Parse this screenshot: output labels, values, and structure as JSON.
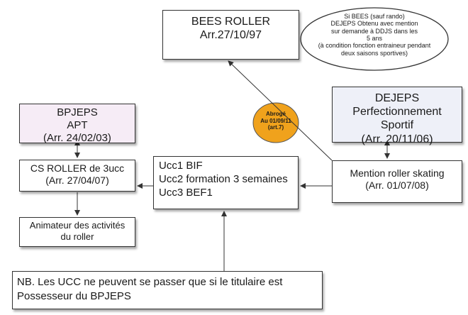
{
  "bees": {
    "title": "BEES ROLLER",
    "date": "Arr.27/10/97"
  },
  "note": {
    "lines": [
      "Si BEES (sauf rando)",
      "DEJEPS Obtenu avec mention",
      "sur demande à DDJS dans les",
      "5 ans",
      "(à condition fonction entraineur pendant",
      "deux saisons sportives)"
    ]
  },
  "dejeps": {
    "title": "DEJEPS",
    "line2": "Perfectionnement",
    "line3": "Sportif",
    "date": "(Arr. 20/11/06)"
  },
  "badge": {
    "line1": "Abrogé",
    "line2": "Au 01/09/11",
    "line3": "(art.7)",
    "color": "#f0a21c"
  },
  "bpjeps": {
    "title": "BPJEPS",
    "line2": "APT",
    "date": "(Arr. 24/02/03)",
    "bg": "#f6ecf6"
  },
  "cs": {
    "title": "CS ROLLER de 3ucc",
    "date": "(Arr. 27/04/07)"
  },
  "ucc": {
    "items": [
      "Ucc1 BIF",
      "Ucc2 formation 3 semaines",
      "Ucc3 BEF1"
    ]
  },
  "mention": {
    "title": "Mention roller skating",
    "date": "(Arr. 01/07/08)"
  },
  "animateur": {
    "line1": "Animateur des activités",
    "line2": "du roller"
  },
  "nb": {
    "text1": "NB. Les UCC ne peuvent se passer que si le titulaire est",
    "text2": "Possesseur du BPJEPS"
  }
}
